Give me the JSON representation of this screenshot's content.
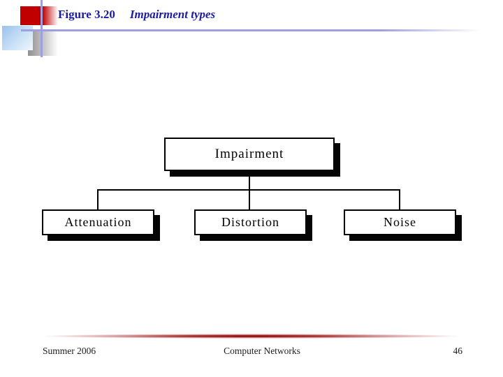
{
  "header": {
    "figure_label": "Figure 3.20",
    "figure_title": "Impairment types"
  },
  "diagram": {
    "root": "Impairment",
    "children": [
      "Attenuation",
      "Distortion",
      "Noise"
    ]
  },
  "footer": {
    "left": "Summer 2006",
    "center": "Computer Networks",
    "page_number": "46"
  },
  "colors": {
    "title_text": "#1c1c9e",
    "accent_red": "#c00000",
    "accent_lavender": "#9e9ee0",
    "footer_bar_red": "#8b0000",
    "diagram_line": "#000000",
    "box_background": "#ffffff",
    "box_shadow": "#050505"
  }
}
